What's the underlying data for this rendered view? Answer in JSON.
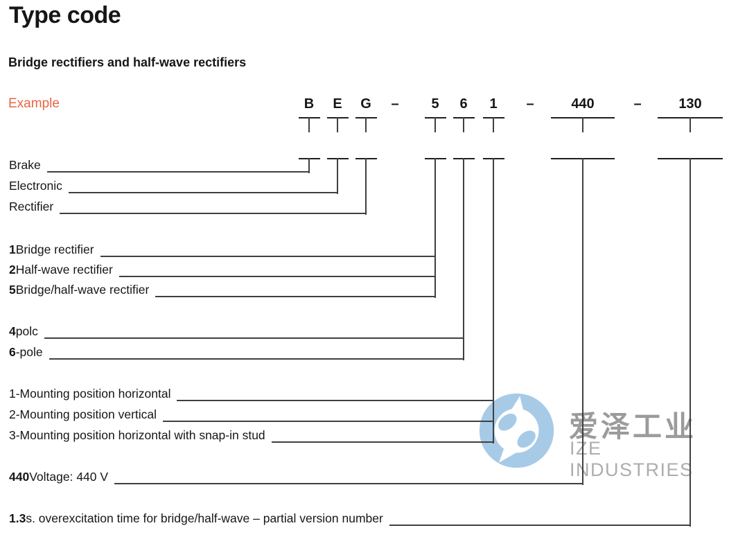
{
  "document": {
    "title": "Type code",
    "subtitle": "Bridge rectifiers and half-wave rectifiers",
    "example_label": "Example"
  },
  "type_code": {
    "tokens": [
      {
        "id": "B",
        "text": "B"
      },
      {
        "id": "E",
        "text": "E"
      },
      {
        "id": "G",
        "text": "G"
      },
      {
        "id": "d1",
        "text": "–",
        "dash": true
      },
      {
        "id": "5",
        "text": "5"
      },
      {
        "id": "6",
        "text": "6"
      },
      {
        "id": "1",
        "text": "1"
      },
      {
        "id": "d2",
        "text": "–",
        "dash": true
      },
      {
        "id": "440",
        "text": "440"
      },
      {
        "id": "d3",
        "text": "–",
        "dash": true
      },
      {
        "id": "130",
        "text": "130"
      }
    ]
  },
  "legend": {
    "rows": [
      {
        "bold": "",
        "text": "Brake",
        "connects_to": "B"
      },
      {
        "bold": "",
        "text": "Electronic",
        "connects_to": "E"
      },
      {
        "bold": "",
        "text": "Rectifier",
        "connects_to": "G"
      },
      {
        "bold": "1",
        "text": " Bridge rectifier",
        "connects_to": "5"
      },
      {
        "bold": "2",
        "text": " Half-wave rectifier",
        "connects_to": "5"
      },
      {
        "bold": "5",
        "text": " Bridge/half-wave rectifier",
        "connects_to": "5"
      },
      {
        "bold": "4",
        "text": " polc",
        "connects_to": "6"
      },
      {
        "bold": "6",
        "text": "-pole",
        "connects_to": "6"
      },
      {
        "bold": "",
        "text": "1-Mounting position horizontal",
        "connects_to": "1"
      },
      {
        "bold": "",
        "text": "2-Mounting position vertical",
        "connects_to": "1"
      },
      {
        "bold": "",
        "text": "3-Mounting position horizontal with snap-in stud",
        "connects_to": "1"
      },
      {
        "bold": "440",
        "text": " Voltage: 440 V",
        "connects_to": "440"
      },
      {
        "bold": "1.3",
        "text": " s. overexcitation time for bridge/half-wave – partial version number",
        "connects_to": "130"
      }
    ]
  },
  "watermark": {
    "cjk_text": "爱泽工业",
    "latin_text": "IZE INDUSTRIES"
  },
  "colors": {
    "accent_orange": "#EB6442",
    "text": "#161616",
    "tick_black": "#1f1f1f",
    "line_gray": "#3f3f3f",
    "watermark_blue": "#A7CAE7",
    "watermark_gray": "#9B9B9B",
    "watermark_light_gray": "#ADADAD"
  }
}
